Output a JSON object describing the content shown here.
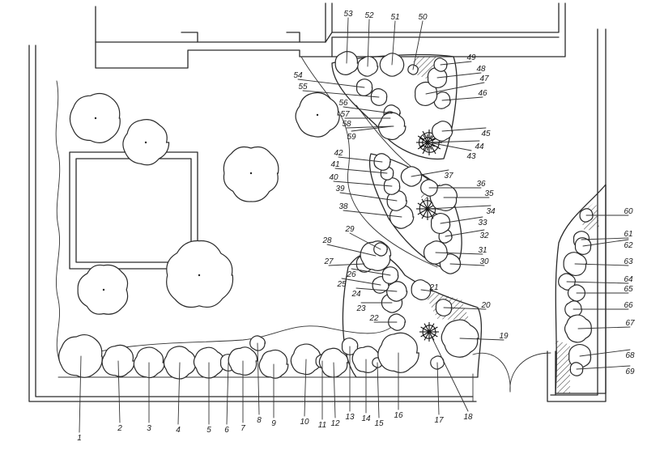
{
  "plant_labels": {
    "p1": "1",
    "p2": "2",
    "p3": "3",
    "p4": "4",
    "p5": "5",
    "p6": "6",
    "p7": "7",
    "p8": "8",
    "p9": "9",
    "p10": "10",
    "p11": "11",
    "p12": "12",
    "p13": "13",
    "p14": "14",
    "p15": "15",
    "p16": "16",
    "p17": "17",
    "p18": "18",
    "p19": "19",
    "p20": "20",
    "p21": "21",
    "p22": "22",
    "p23": "23",
    "p24": "24",
    "p25": "25",
    "p26": "26",
    "p27": "27",
    "p28": "28",
    "p29": "29",
    "p30": "30",
    "p31": "31",
    "p32": "32",
    "p33": "33",
    "p34": "34",
    "p35": "35",
    "p36": "36",
    "p37": "37",
    "p38": "38",
    "p39": "39",
    "p40": "40",
    "p41": "41",
    "p42": "42",
    "p43": "43",
    "p44": "44",
    "p45": "45",
    "p46": "46",
    "p47": "47",
    "p48": "48",
    "p49": "49",
    "p50": "50",
    "p51": "51",
    "p52": "52",
    "p53": "53",
    "p54": "54",
    "p55": "55",
    "p56": "56",
    "p57": "57",
    "p58": "58",
    "p59": "59",
    "p60": "60",
    "p61": "61",
    "p62": "62",
    "p63": "63",
    "p64": "64",
    "p65": "65",
    "p66": "66",
    "p67": "67",
    "p68": "68",
    "p69": "69"
  },
  "colors": {
    "ink": "#2a2a2a",
    "paper": "#ffffff"
  }
}
